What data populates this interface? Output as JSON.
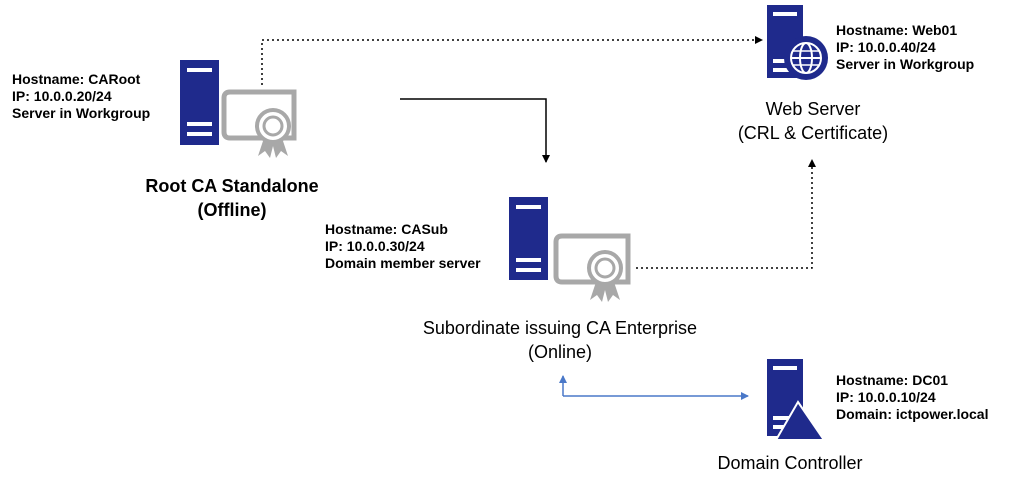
{
  "nodes": {
    "root_ca": {
      "hostname": "Hostname: CARoot",
      "ip": "IP: 10.0.0.20/24",
      "role": "Server in Workgroup",
      "caption_line1": "Root CA Standalone",
      "caption_line2": "(Offline)"
    },
    "web_server": {
      "hostname": "Hostname: Web01",
      "ip": "IP: 10.0.0.40/24",
      "role": "Server in Workgroup",
      "caption_line1": "Web Server",
      "caption_line2": "(CRL & Certificate)"
    },
    "sub_ca": {
      "hostname": "Hostname: CASub",
      "ip": "IP: 10.0.0.30/24",
      "role": "Domain member server",
      "caption_line1": "Subordinate issuing CA Enterprise",
      "caption_line2": "(Online)"
    },
    "domain_controller": {
      "hostname": "Hostname: DC01",
      "ip": "IP: 10.0.0.10/24",
      "role": "Domain: ictpower.local",
      "caption_line1": "Domain Controller"
    }
  },
  "icons": {
    "server": "server-icon",
    "certificate": "certificate-icon",
    "globe": "globe-icon",
    "warning": "triangle-icon"
  },
  "colors": {
    "server_blue": "#1f2a8c",
    "certificate_gray": "#a8a8a8",
    "connector_blue": "#4a78c8",
    "connector_black": "#000000"
  }
}
